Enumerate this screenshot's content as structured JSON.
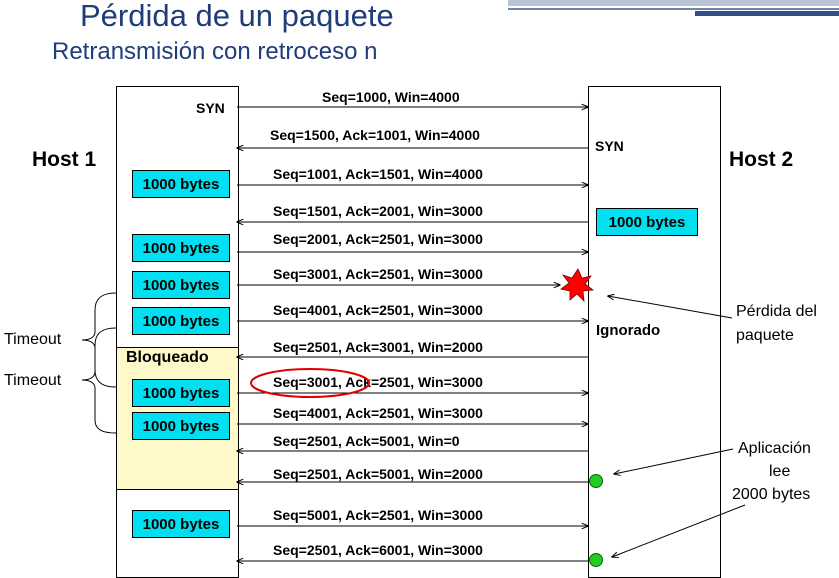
{
  "title": "Pérdida de un paquete",
  "subtitle": "Retransmisión con retroceso n",
  "host1": "Host 1",
  "host2": "Host 2",
  "syn_left": "SYN",
  "syn_right": "SYN",
  "bloqueado": "Bloqueado",
  "ignorado": "Ignorado",
  "timeout1": "Timeout",
  "timeout2": "Timeout",
  "loss_note": [
    "Pérdida del",
    "paquete"
  ],
  "app_note": [
    "Aplicación",
    "lee",
    "2000 bytes"
  ],
  "box_label": "1000 bytes",
  "messages": [
    "Seq=1000, Win=4000",
    "Seq=1500, Ack=1001, Win=4000",
    "Seq=1001, Ack=1501, Win=4000",
    "Seq=1501, Ack=2001, Win=3000",
    "Seq=2001, Ack=2501, Win=3000",
    "Seq=3001, Ack=2501, Win=3000",
    "Seq=4001, Ack=2501, Win=3000",
    "Seq=2501, Ack=3001, Win=2000",
    "Seq=3001, Ack=2501, Win=3000",
    "Seq=4001, Ack=2501, Win=3000",
    "Seq=2501, Ack=5001, Win=0",
    "Seq=2501, Ack=5001, Win=2000",
    "Seq=5001, Ack=2501, Win=3000",
    "Seq=2501, Ack=6001, Win=3000"
  ],
  "colors": {
    "title": "#1f3d7a",
    "box": "#00e0f0",
    "blocked": "#fff8c8",
    "highlight": "#e00000",
    "explosion": "#ff0000",
    "dot": "#22cc22"
  }
}
